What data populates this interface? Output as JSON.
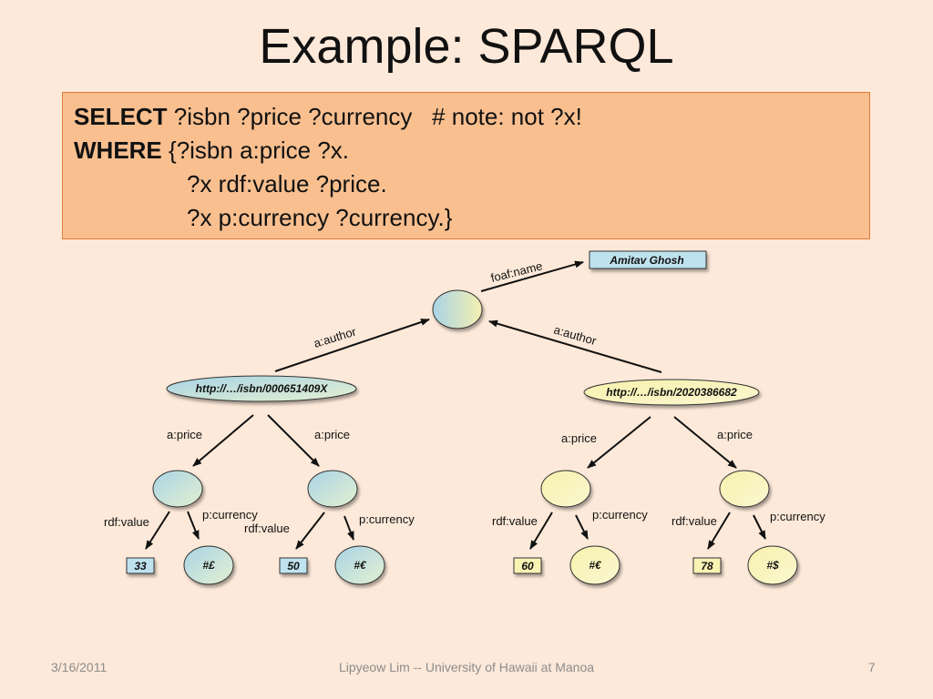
{
  "slide": {
    "title": "Example: SPARQL",
    "query": {
      "select_kw": "SELECT",
      "select_rest": " ?isbn ?price ?currency   # note: not ?x!",
      "where_kw": "WHERE",
      "where_rest": " {?isbn a:price ?x.",
      "line3": "?x rdf:value ?price.",
      "line4": "?x p:currency ?currency.}"
    },
    "footer": {
      "date": "3/16/2011",
      "center": "Lipyeow Lim -- University of Hawaii at Manoa",
      "page": "7"
    }
  },
  "diagram": {
    "colors": {
      "blue_node": "#c2e1ec",
      "yellow_node": "#f9f3b4",
      "blue_label": "#bfe3ee",
      "yellow_label": "#f9f3b4"
    },
    "nodes": {
      "author": "Amitav Ghosh",
      "isbn1": "http://…/isbn/000651409X",
      "isbn2": "http://…/isbn/2020386682",
      "val1": "33",
      "cur1": "#£",
      "val2": "50",
      "cur2": "#€",
      "val3": "60",
      "cur3": "#€",
      "val4": "78",
      "cur4": "#$"
    },
    "edges": {
      "foaf_name": "foaf:name",
      "author1": "a:author",
      "author2": "a:author",
      "price1": "a:price",
      "price2": "a:price",
      "price3": "a:price",
      "price4": "a:price",
      "rdfval1": "rdf:value",
      "pcur1": "p:currency",
      "rdfval2": "rdf:value",
      "pcur2": "p:currency",
      "rdfval3": "rdf:value",
      "pcur3": "p:currency",
      "rdfval4": "rdf:value",
      "pcur4": "p:currency"
    }
  }
}
